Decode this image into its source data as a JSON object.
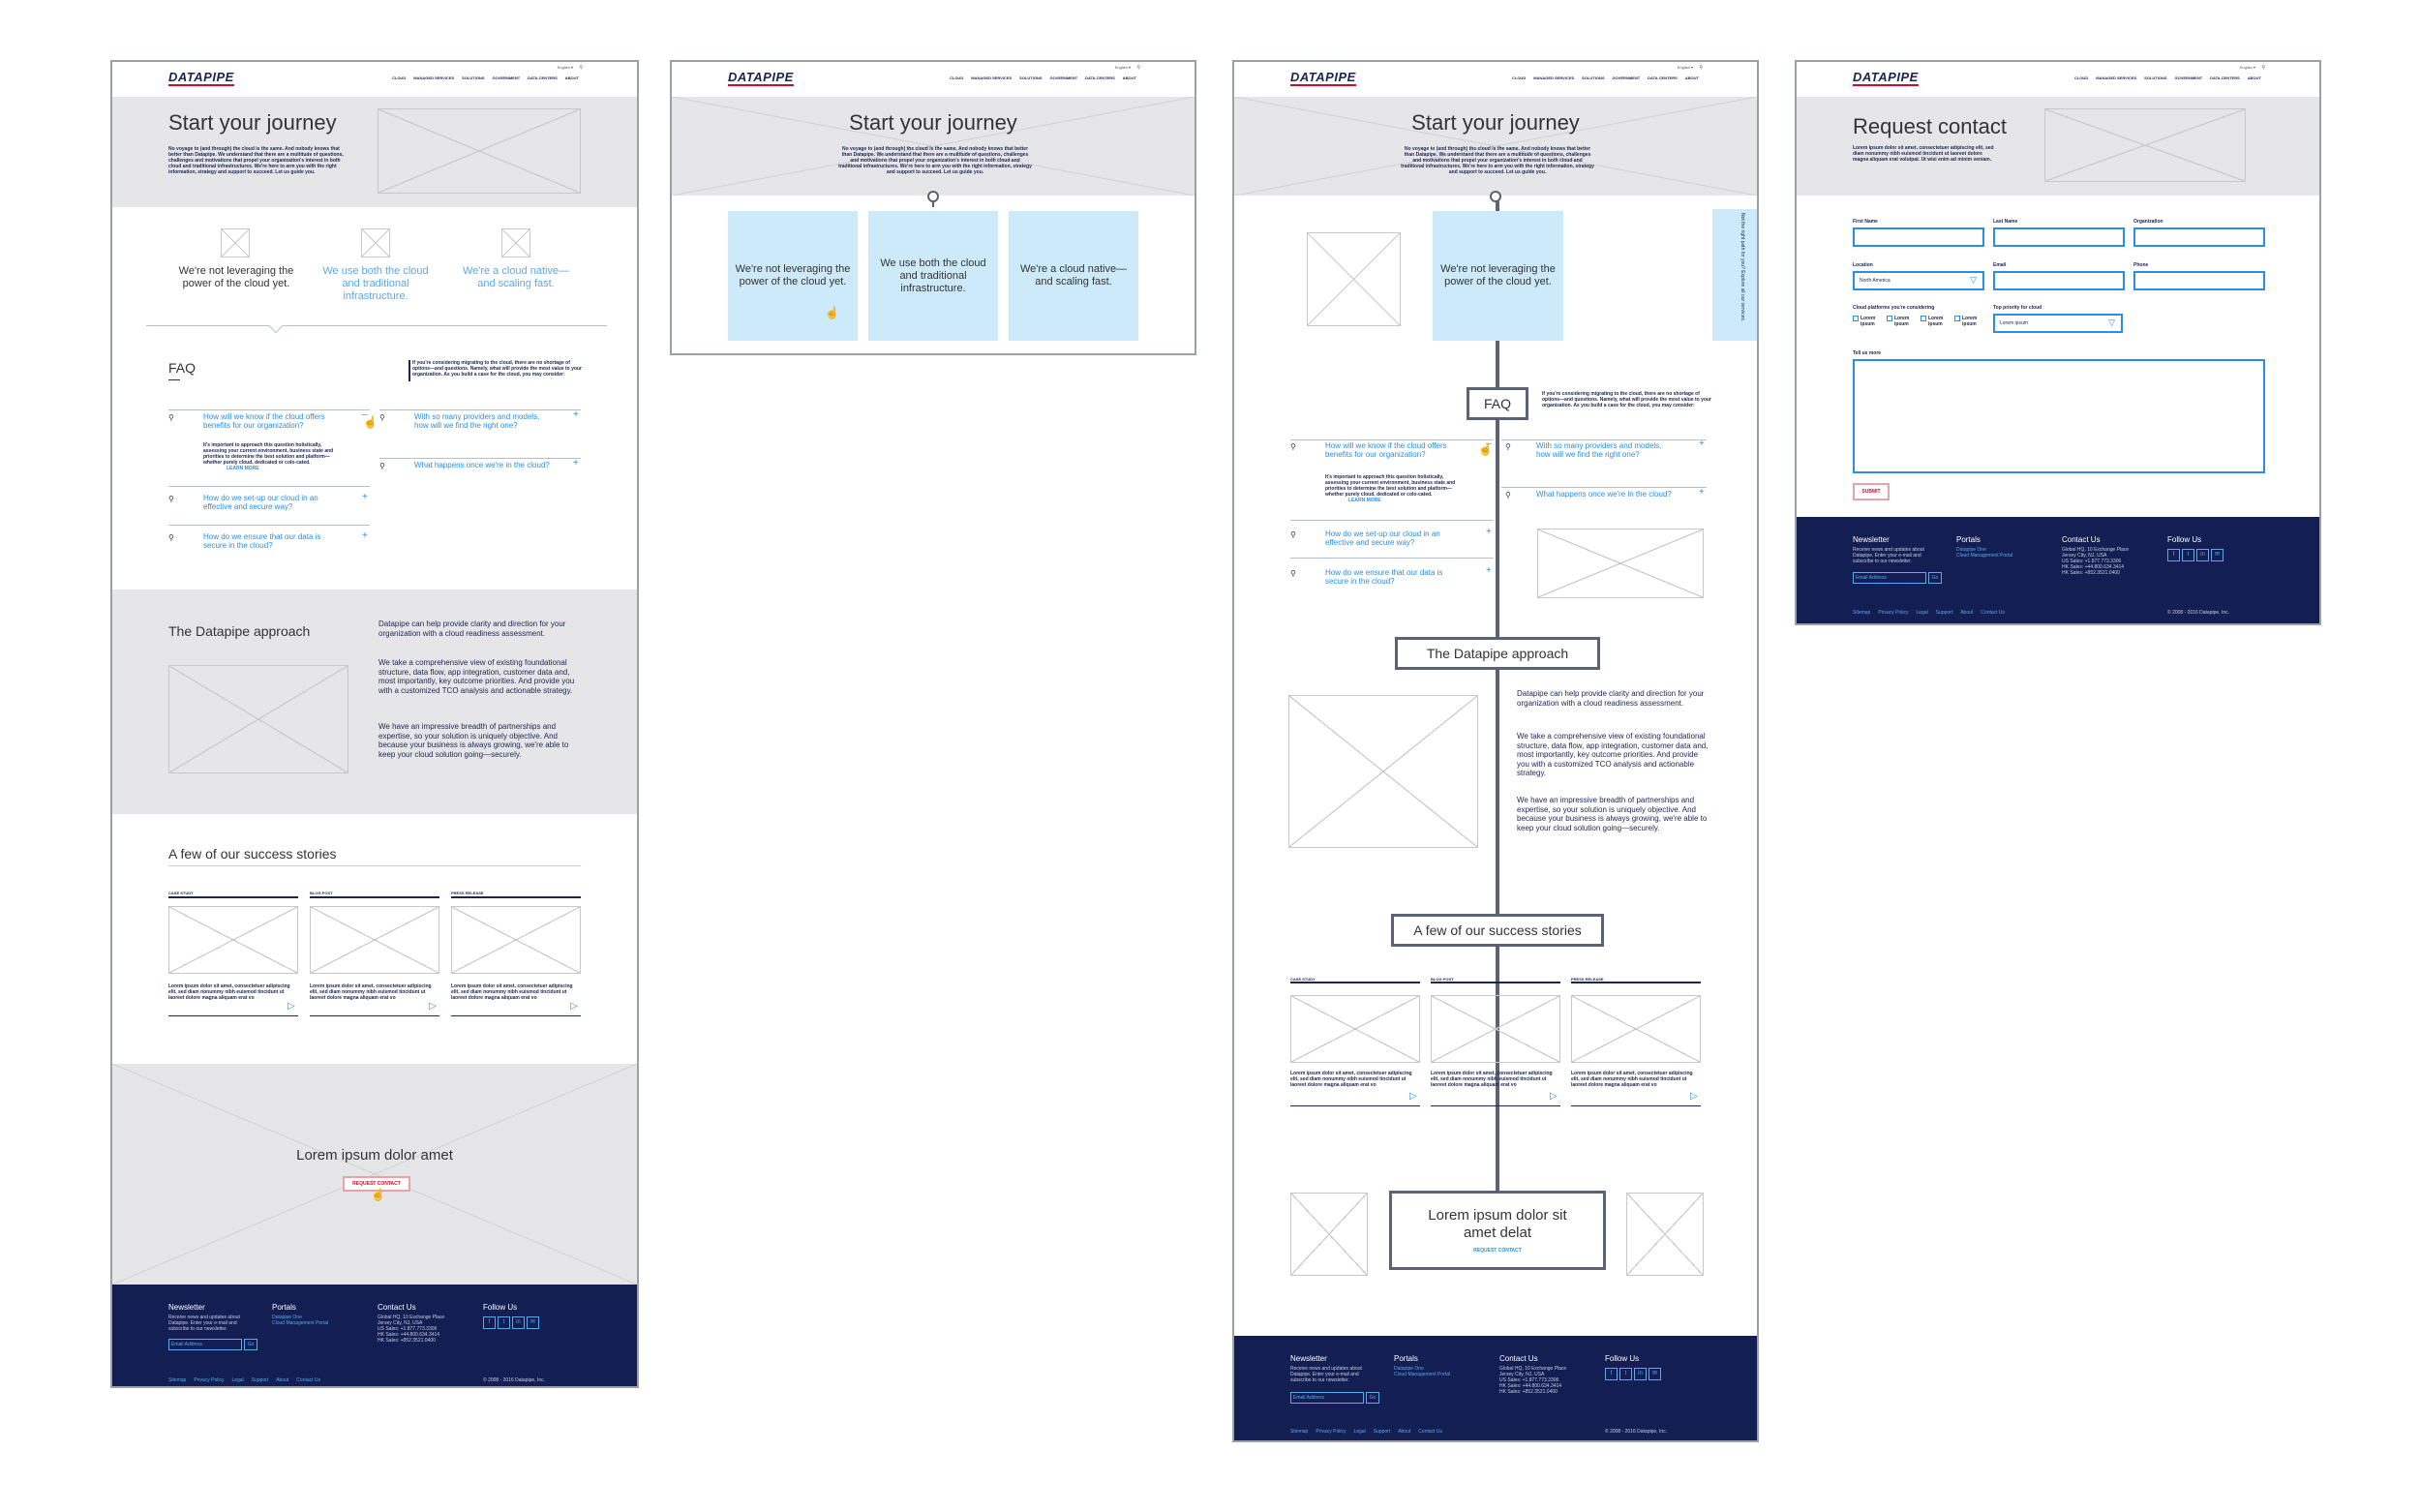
{
  "brand": {
    "logo": "DATAPIPE",
    "accent": "#2a8fe0",
    "navy": "#131e52",
    "red": "#c8102e",
    "lightblue": "#cdeafb"
  },
  "nav": {
    "lang": "English ▾",
    "items": [
      "CLOUD",
      "MANAGED SERVICES",
      "SOLUTIONS",
      "GOVERNMENT",
      "DATA CENTERS",
      "ABOUT"
    ]
  },
  "hero": {
    "title": "Start your journey",
    "body": "No voyage to (and through) the cloud is the same. And nobody knows that better than Datapipe. We understand that there are a multitude of questions, challenges and motivations that propel your organization's interest in both cloud and traditional infrastructures. We're here to arm you with the right information, strategy and support to succeed. Let us guide you."
  },
  "choices": [
    "We're not leveraging the power of the cloud yet.",
    "We use both the cloud and traditional infrastructure.",
    "We're a cloud native—and scaling fast."
  ],
  "faq": {
    "title": "FAQ",
    "intro": "If you're considering migrating to the cloud, there are no shortage of options—and questions. Namely, what will provide the most value to your organization. As you build a case for the cloud, you may consider:",
    "q1": "How will we know if the cloud offers benefits for our organization?",
    "a1": "It's important to approach this question holistically, assessing your current environment, business state and priorities to determine the best solution and platform—whether purely cloud, dedicated or colo-cated.",
    "learn_more": "LEARN MORE",
    "q2": "How do we set-up our cloud in an effective and secure way?",
    "q3": "How do we ensure that our data is secure in the cloud?",
    "q4": "With so many providers and models, how will we find the right one?",
    "q5": "What happens once we're in the cloud?"
  },
  "approach": {
    "title": "The Datapipe approach",
    "p1": "Datapipe can help provide clarity and direction for your organization with a cloud readiness assessment.",
    "p2": "We take a comprehensive view of existing foundational structure, data flow, app integration, customer data and, most importantly, key outcome priorities. And provide you with a customized TCO analysis and actionable strategy.",
    "p3": "We have an impressive breadth of partnerships and expertise, so your solution is uniquely objective. And because your business is always growing, we're able to keep your cloud solution going—securely."
  },
  "stories": {
    "title": "A few of our success stories",
    "tags": [
      "CASE STUDY",
      "BLOG POST",
      "PRESS RELEASE"
    ],
    "text": "Lorem ipsum dolor sit amet, consectetuer adipiscing elit, sed diam nonummy nibh euismod tincidunt ut laoreet dolore magna aliquam erat vo"
  },
  "cta": {
    "title": "Lorem ipsum dolor amet",
    "title2": "Lorem ipsum dolor sit amet delat",
    "button": "REQUEST CONTACT",
    "link": "REQUEST CONTACT"
  },
  "side_tab": "Not the right path for you? Explore all our services.",
  "footer": {
    "newsletter_h": "Newsletter",
    "newsletter_t": "Receive news and updates about Datapipe. Enter your e-mail and subscribe to our newsletter.",
    "email_ph": "Email Address",
    "go": "Go",
    "portals_h": "Portals",
    "portal1": "Datapipe One",
    "portal2": "Cloud Management Portal",
    "contact_h": "Contact Us",
    "contact_t": "Global HQ, 10 Exchange Place\nJersey City, NJ, USA\nUS Sales: +1.877.773.3306\nHK Sales: +44.800.634.3414\nHK Sales: +852.3521.0400",
    "follow_h": "Follow Us",
    "social": [
      "f",
      "t",
      "in",
      "✉"
    ],
    "links": [
      "Sitemap",
      "Privacy Policy",
      "Legal",
      "Support",
      "About",
      "Contact Us"
    ],
    "copyright": "© 2008 - 2016 Datapipe, Inc."
  },
  "contact_form": {
    "title": "Request contact",
    "intro": "Lorem ipsum dolor sit amet, consectetuer adipiscing elit, sed diam nonummy nibh euismod tincidunt ut laoreet dolore magna aliquam erat volutpat. Ut wisi enim ad minim veniam.",
    "first_name": "First Name",
    "last_name": "Last Name",
    "organization": "Organization",
    "location": "Location",
    "location_value": "North America",
    "email": "Email",
    "phone": "Phone",
    "platforms_label": "Cloud platforms you're considering",
    "checkbox": "Lorem ipsum",
    "priority_label": "Top priority for cloud",
    "priority_value": "Lorem ipsum",
    "tell_label": "Tell us more",
    "submit": "SUBMIT"
  }
}
